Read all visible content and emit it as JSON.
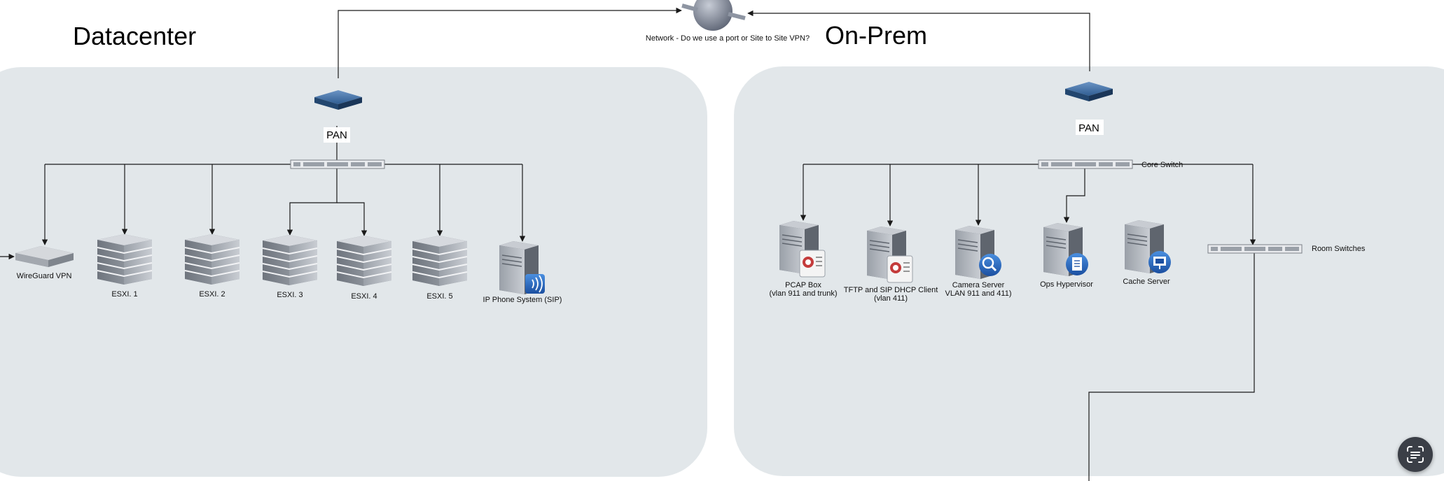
{
  "regions": {
    "datacenter": {
      "title": "Datacenter"
    },
    "onprem": {
      "title": "On-Prem"
    }
  },
  "network": {
    "label": "Network - Do we use a port  or Site to Site VPN?"
  },
  "datacenter": {
    "firewall_label": "PAN",
    "devices": {
      "wireguard": "WireGuard VPN",
      "esxi1": "ESXI. 1",
      "esxi2": "ESXI. 2",
      "esxi3": "ESXI. 3",
      "esxi4": "ESXI. 4",
      "esxi5": "ESXI. 5",
      "ipphone": "IP Phone System (SIP)"
    }
  },
  "onprem": {
    "firewall_label": "PAN",
    "core_switch_label": "Core Switch",
    "room_switches_label": "Room Switches",
    "devices": {
      "pcap_line1": "PCAP Box",
      "pcap_line2": "(vlan 911 and trunk)",
      "tftp_line1": "TFTP and SIP DHCP Client",
      "tftp_line2": "(vlan 411)",
      "camera_line1": "Camera Server",
      "camera_line2": "VLAN 911 and 411)",
      "ops": "Ops Hypervisor",
      "cache": "Cache Server"
    }
  },
  "icons": {
    "fab": "text-scan-icon"
  },
  "colors": {
    "region_fill": "#e2e7ea",
    "line": "#1a1a1a"
  }
}
